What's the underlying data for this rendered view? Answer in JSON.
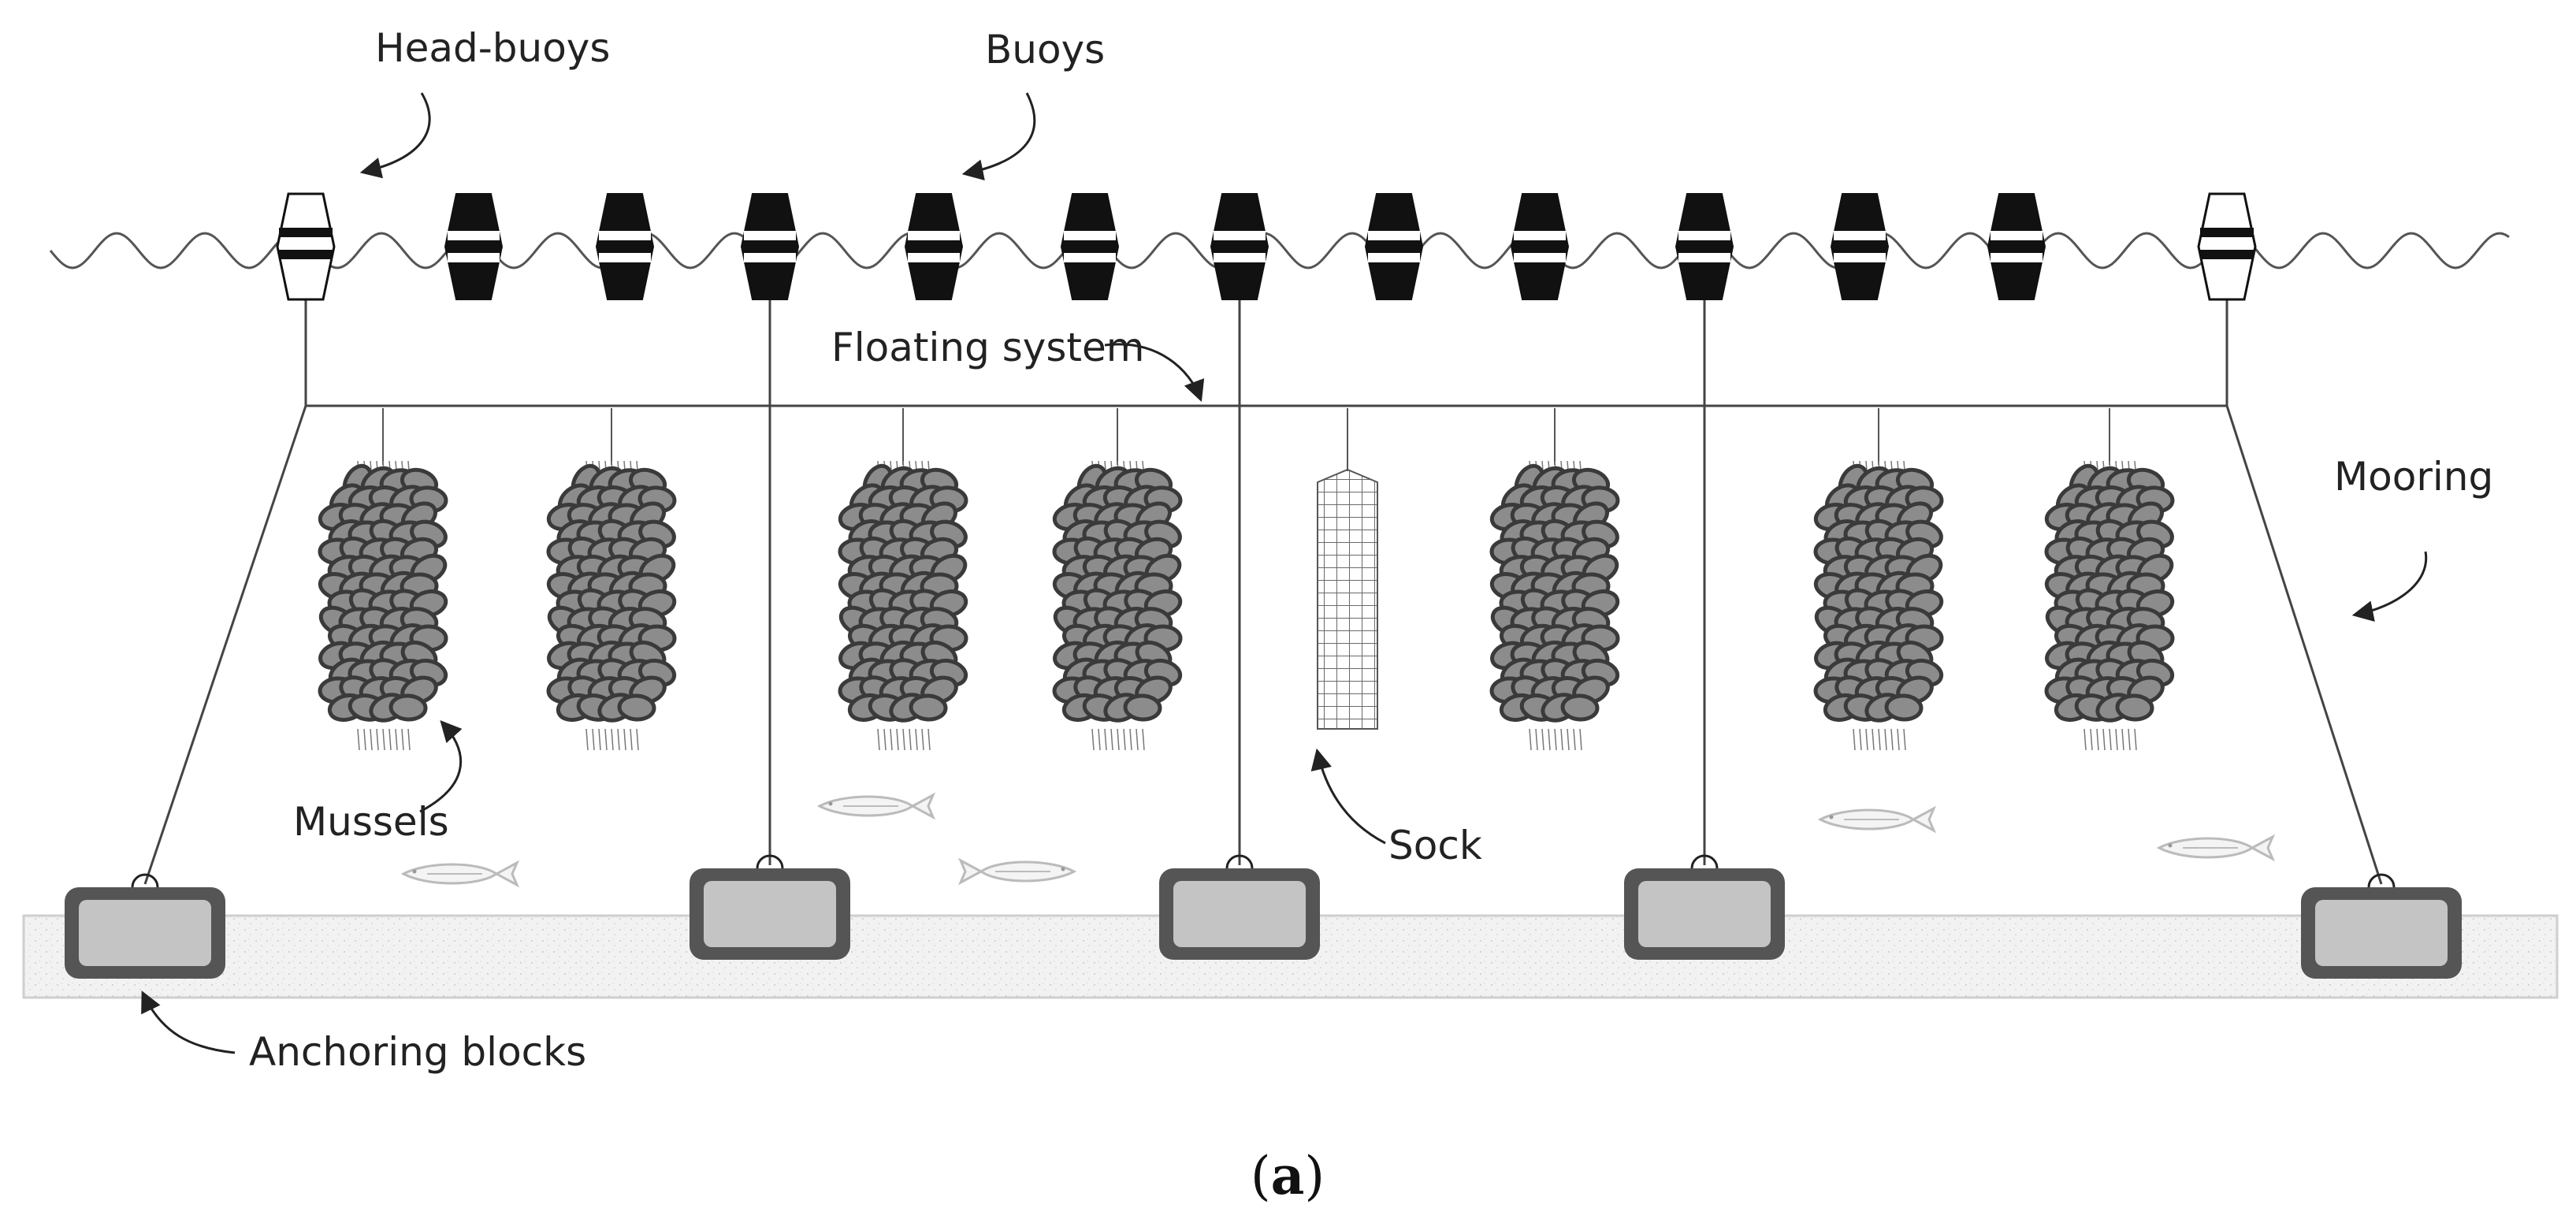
{
  "labels": {
    "head_buoys": "Head-buoys",
    "buoys": "Buoys",
    "floating_system": "Floating system",
    "mooring": "Mooring",
    "mussels": "Mussels",
    "sock": "Sock",
    "anchoring_blocks": "Anchoring blocks"
  },
  "caption": {
    "open": "(",
    "letter": "a",
    "close": ")"
  },
  "colors": {
    "water_line": "#555555",
    "rope": "#444444",
    "buoy_dark": "#111111",
    "buoy_stripe": "#ffffff",
    "mussel_fill": "#8c8c8c",
    "mussel_outline": "#3a3a3a",
    "block_frame": "#555555",
    "block_fill": "#c4c4c4",
    "seabed": "#f1f1f1",
    "fish": "#bbbbbb"
  },
  "diagram": {
    "head_buoy_count": 2,
    "buoy_count": 11,
    "mussel_rope_count": 7,
    "sock_count": 1,
    "anchor_block_count": 5,
    "fish_count": 5
  }
}
